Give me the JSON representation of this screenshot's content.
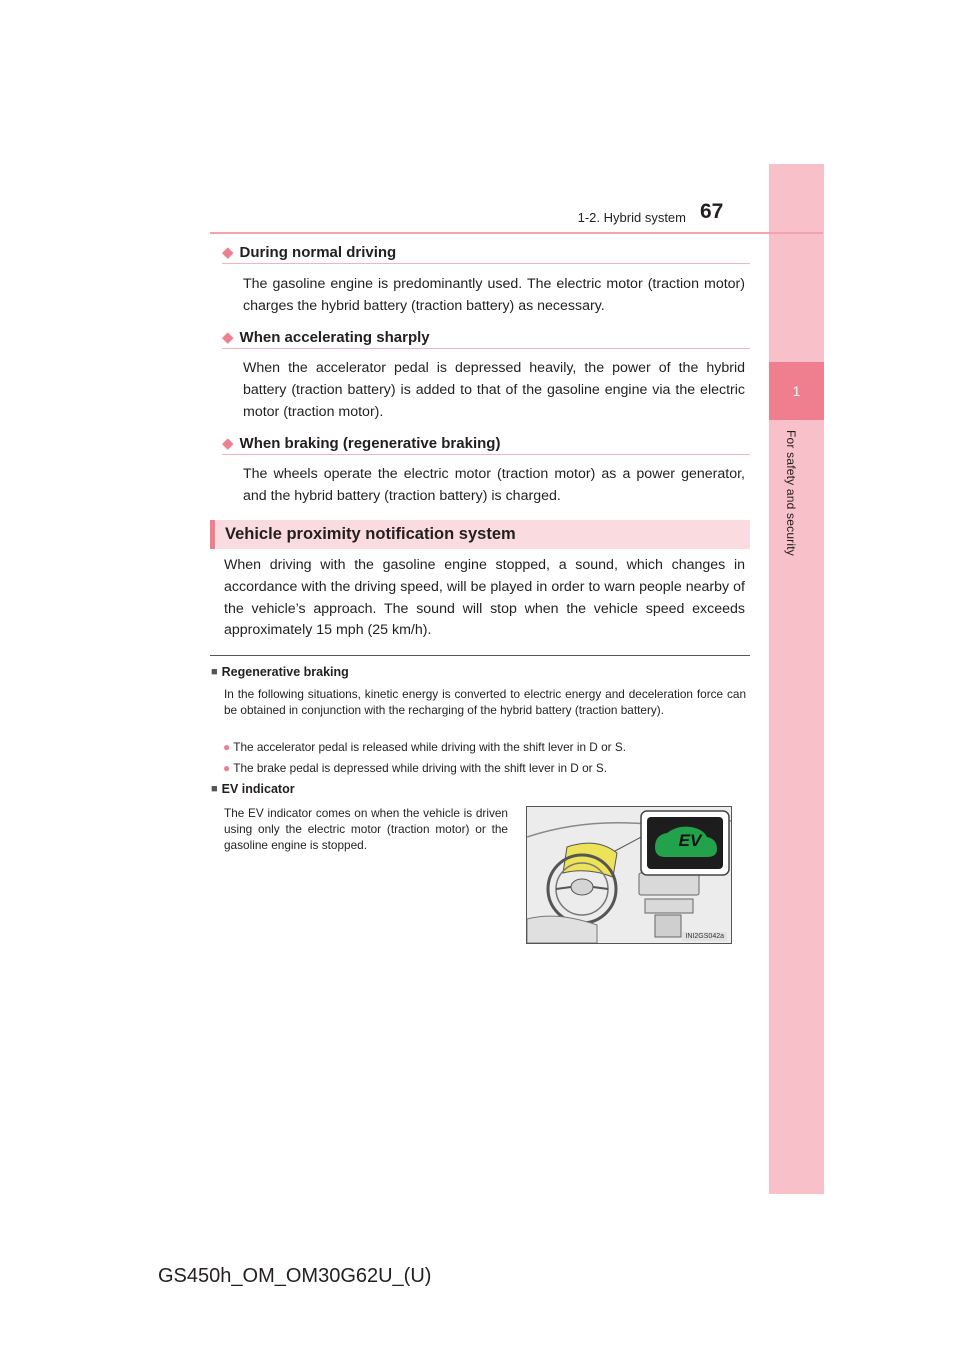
{
  "header": {
    "section": "1-2. Hybrid system",
    "page_number": "67"
  },
  "side_tab": {
    "chapter_number": "1",
    "chapter_title": "For safety and security"
  },
  "subsections": [
    {
      "title": "During normal driving",
      "text": "The gasoline engine is predominantly used. The electric motor (traction motor) charges the hybrid battery (traction battery) as necessary."
    },
    {
      "title": "When accelerating sharply",
      "text": "When the accelerator pedal is depressed heavily, the power of the hybrid battery (traction battery) is added to that of the gasoline engine via the electric motor (traction motor)."
    },
    {
      "title": "When braking (regenerative braking)",
      "text": "The wheels operate the electric motor (traction motor) as a power generator, and the hybrid battery (traction battery) is charged."
    }
  ],
  "section": {
    "title": "Vehicle proximity notification system",
    "text": "When driving with the gasoline engine stopped, a sound, which changes in accordance with the driving speed, will be played in order to warn people nearby of the vehicle’s approach. The sound will stop when the vehicle speed exceeds approximately 15 mph (25 km/h)."
  },
  "notes": [
    {
      "title": "Regenerative braking",
      "text": "In the following situations, kinetic energy is converted to electric energy and deceleration force can be obtained in conjunction with the recharging of the hybrid battery (traction battery).",
      "bullets": [
        "The accelerator pedal is released while driving with the shift lever in D or S.",
        "The brake pedal is depressed while driving with the shift lever in D or S."
      ]
    },
    {
      "title": "EV indicator",
      "text": "The EV indicator comes on when the vehicle is driven using only the electric motor (traction motor) or the gasoline engine is stopped."
    }
  ],
  "illustration": {
    "indicator_text": "EV",
    "code": "INI2GS042a",
    "indicator_color": "#22a24a",
    "highlight_color": "#ede35a"
  },
  "footer": {
    "doc_id": "GS450h_OM_OM30G62U_(U)"
  }
}
